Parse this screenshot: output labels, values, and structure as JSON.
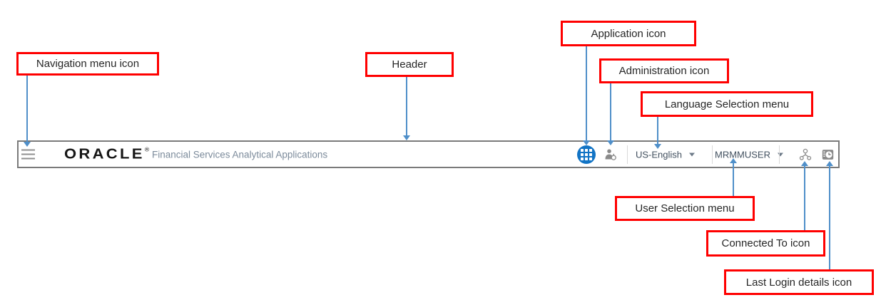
{
  "header_bar": {
    "brand_logo": "ORACLE",
    "brand_registered_mark": "®",
    "brand_subtitle": "Financial Services Analytical Applications",
    "navigation_menu_icon": "hamburger-icon",
    "application_icon": "app-grid-icon",
    "administration_icon": "admin-person-gear-icon",
    "language_menu": {
      "selected": "US-English"
    },
    "user_menu": {
      "selected": "MRMMUSER"
    },
    "connected_to_icon": "hierarchy-icon",
    "last_login_icon": "clock-badge-icon"
  },
  "annotations": {
    "navigation": {
      "label": "Navigation menu icon"
    },
    "header": {
      "label": "Header"
    },
    "application": {
      "label": "Application icon"
    },
    "administration": {
      "label": "Administration icon"
    },
    "language": {
      "label": "Language Selection menu"
    },
    "user": {
      "label": "User Selection menu"
    },
    "connected_to": {
      "label": "Connected To icon"
    },
    "last_login": {
      "label": "Last Login details icon"
    }
  },
  "colors": {
    "callout_border": "#ff0000",
    "arrow_blue": "#4f8fc9",
    "application_icon_blue": "#1274c5",
    "bar_border_gray": "#7a7a7a",
    "subtitle_gray_blue": "#7c8b9b",
    "menu_text": "#42505f",
    "icon_gray": "#8a8a8a"
  }
}
